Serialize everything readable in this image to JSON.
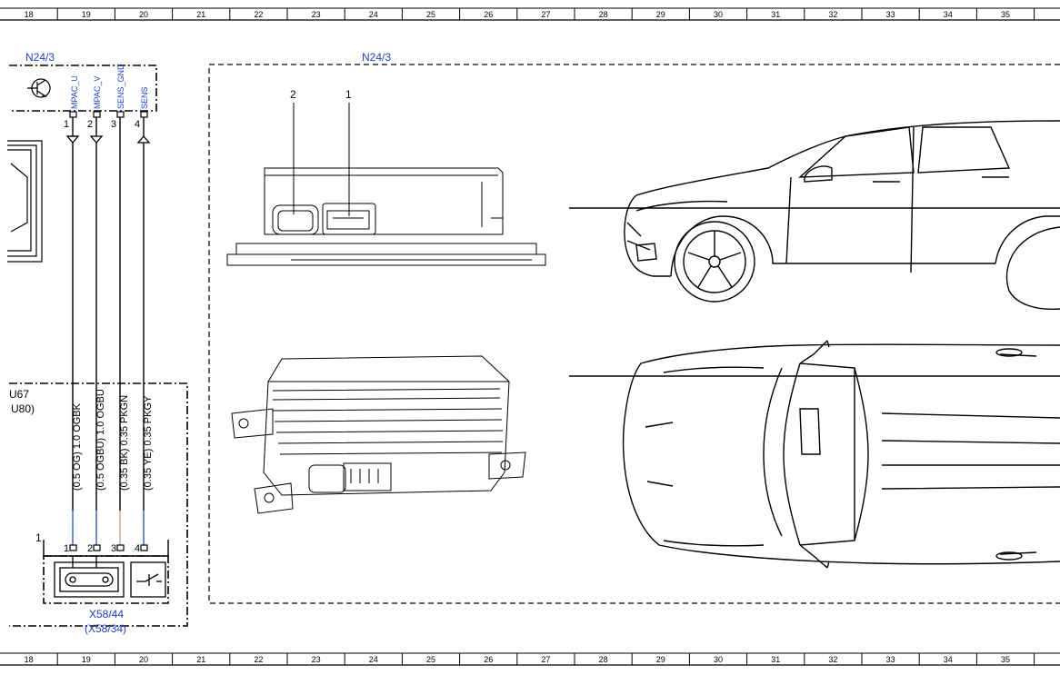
{
  "ruler": {
    "columns": [
      "18",
      "19",
      "20",
      "21",
      "22",
      "23",
      "24",
      "25",
      "26",
      "27",
      "28",
      "29",
      "30",
      "31",
      "32",
      "33",
      "34",
      "35"
    ]
  },
  "module": {
    "name": "N24/3",
    "photo_label": "N24/3",
    "pins": [
      {
        "num": "1",
        "signal": "MPAC_U"
      },
      {
        "num": "2",
        "signal": "MPAC_V"
      },
      {
        "num": "3",
        "signal": "SENS_GND"
      },
      {
        "num": "4",
        "signal": "SENS"
      }
    ]
  },
  "wires": [
    {
      "label": "(0.5 OG) 1.0 OGBK",
      "color": "#2a5fd0"
    },
    {
      "label": "(0.5 OGBU) 1.0 OGBU",
      "color": "#2a5fd0"
    },
    {
      "label": "(0.35 BK) 0.35 PKGN",
      "color": "#d4a37a"
    },
    {
      "label": "(0.35 YE) 0.35 PKGY",
      "color": "#2a5fd0"
    }
  ],
  "subassembly": {
    "line1": "U67",
    "line2": "U80)"
  },
  "connector": {
    "item": "1",
    "pins": [
      "1",
      "2",
      "3",
      "4"
    ],
    "name": "X58/44",
    "alt_name": "(X58/34)"
  },
  "photo": {
    "callout_2": "2",
    "callout_1": "1"
  }
}
